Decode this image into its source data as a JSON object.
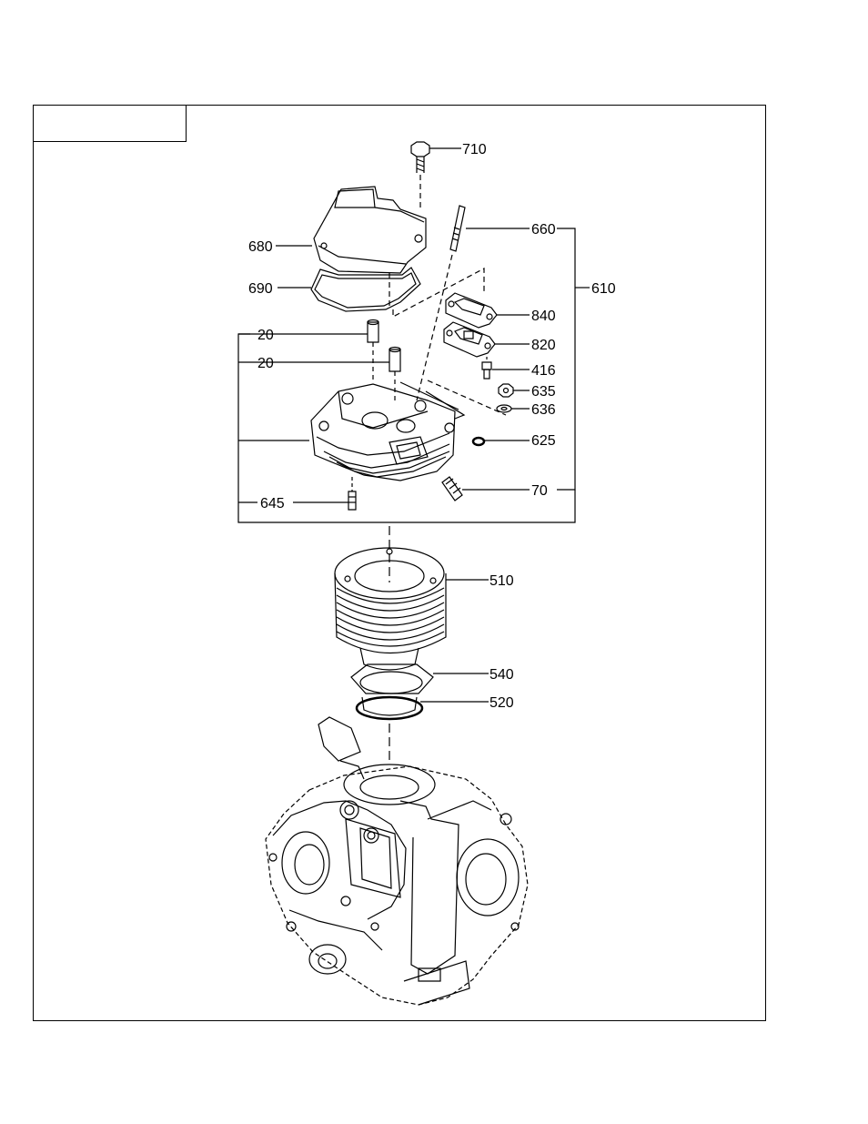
{
  "parts": {
    "p710": "710",
    "p660": "660",
    "p610": "610",
    "p680": "680",
    "p690": "690",
    "p840": "840",
    "p820": "820",
    "p20a": "20",
    "p20b": "20",
    "p416": "416",
    "p635": "635",
    "p636": "636",
    "p625": "625",
    "p70": "70",
    "p645": "645",
    "p510": "510",
    "p540": "540",
    "p520": "520"
  }
}
